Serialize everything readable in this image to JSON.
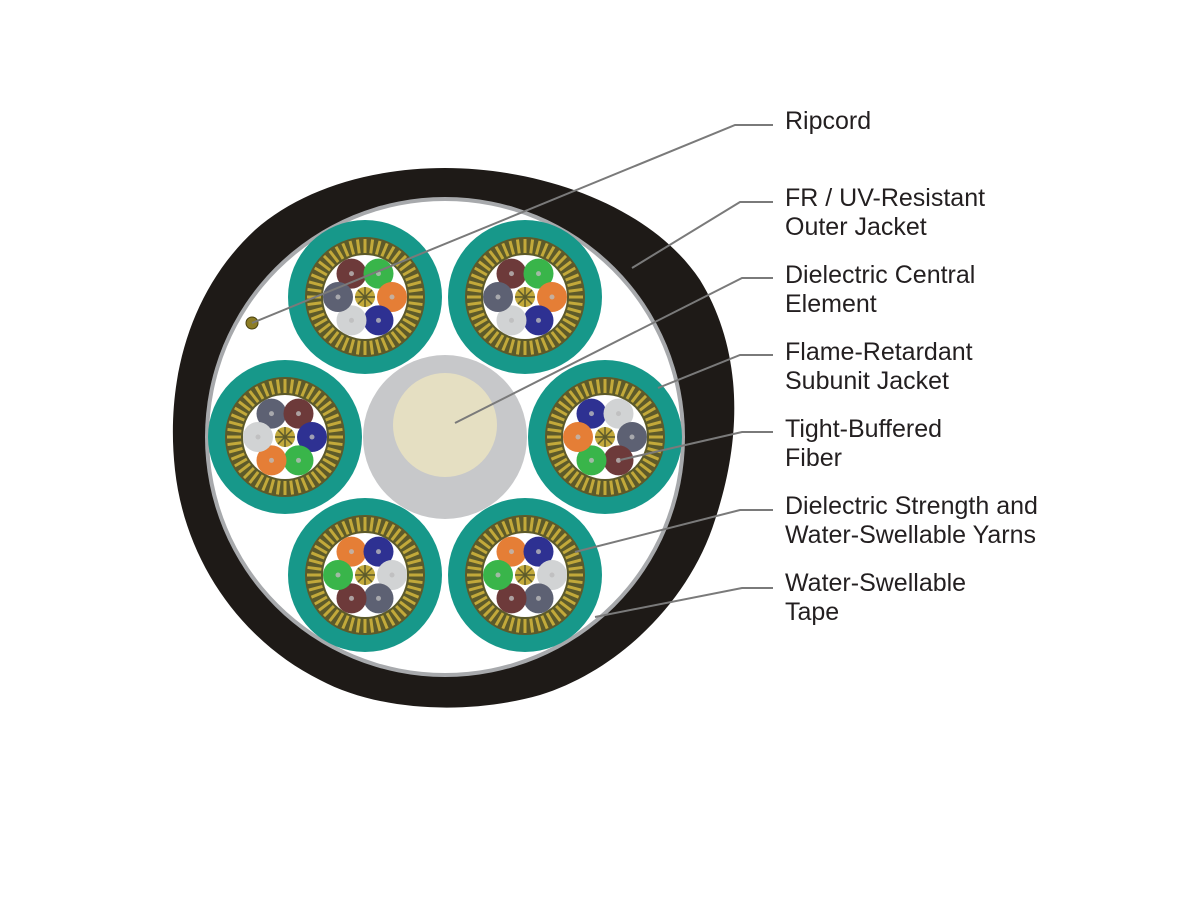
{
  "diagram": {
    "colors": {
      "outer_jacket": "#1e1a17",
      "tape": "#a7a9ac",
      "core_fill": "#ffffff",
      "central_element_outer": "#c7c8ca",
      "central_element_inner": "#e5dfc2",
      "subunit_jacket": "#17988a",
      "strength_yarn_dark": "#5d5a2a",
      "strength_yarn_light": "#c2a93a",
      "buffer_ring": "#ffffff",
      "ripcord": "#8d7d26",
      "leader_line": "#7a7a7a",
      "label_text": "#231f20"
    },
    "fiber_colors": {
      "blue": "#2e3192",
      "orange": "#e57e36",
      "green": "#39b54a",
      "brown": "#6d3a3a",
      "slate": "#5d6173",
      "white": "#d1d3d4"
    },
    "subunits": [
      {
        "fibers": [
          "brown",
          "green",
          "orange",
          "blue",
          "white",
          "slate"
        ]
      },
      {
        "fibers": [
          "brown",
          "green",
          "orange",
          "blue",
          "white",
          "slate"
        ]
      },
      {
        "fibers": [
          "slate",
          "brown",
          "blue",
          "green",
          "orange",
          "white"
        ]
      },
      {
        "fibers": [
          "blue",
          "white",
          "slate",
          "brown",
          "green",
          "orange"
        ]
      },
      {
        "fibers": [
          "orange",
          "blue",
          "white",
          "slate",
          "brown",
          "green"
        ]
      },
      {
        "fibers": [
          "orange",
          "blue",
          "white",
          "slate",
          "brown",
          "green"
        ]
      }
    ],
    "labels": [
      {
        "name": "ripcord",
        "lines": [
          "Ripcord",
          ""
        ]
      },
      {
        "name": "outer-jacket",
        "lines": [
          "FR / UV-Resistant",
          "Outer Jacket"
        ]
      },
      {
        "name": "central-element",
        "lines": [
          "Dielectric Central",
          "Element"
        ]
      },
      {
        "name": "subunit-jacket",
        "lines": [
          "Flame-Retardant",
          "Subunit Jacket"
        ]
      },
      {
        "name": "tight-buffered-fiber",
        "lines": [
          "Tight-Buffered",
          "Fiber"
        ]
      },
      {
        "name": "strength-yarns",
        "lines": [
          "Dielectric Strength and",
          "Water-Swellable Yarns"
        ]
      },
      {
        "name": "water-swellable-tape",
        "lines": [
          "Water-Swellable",
          "Tape"
        ]
      }
    ]
  }
}
